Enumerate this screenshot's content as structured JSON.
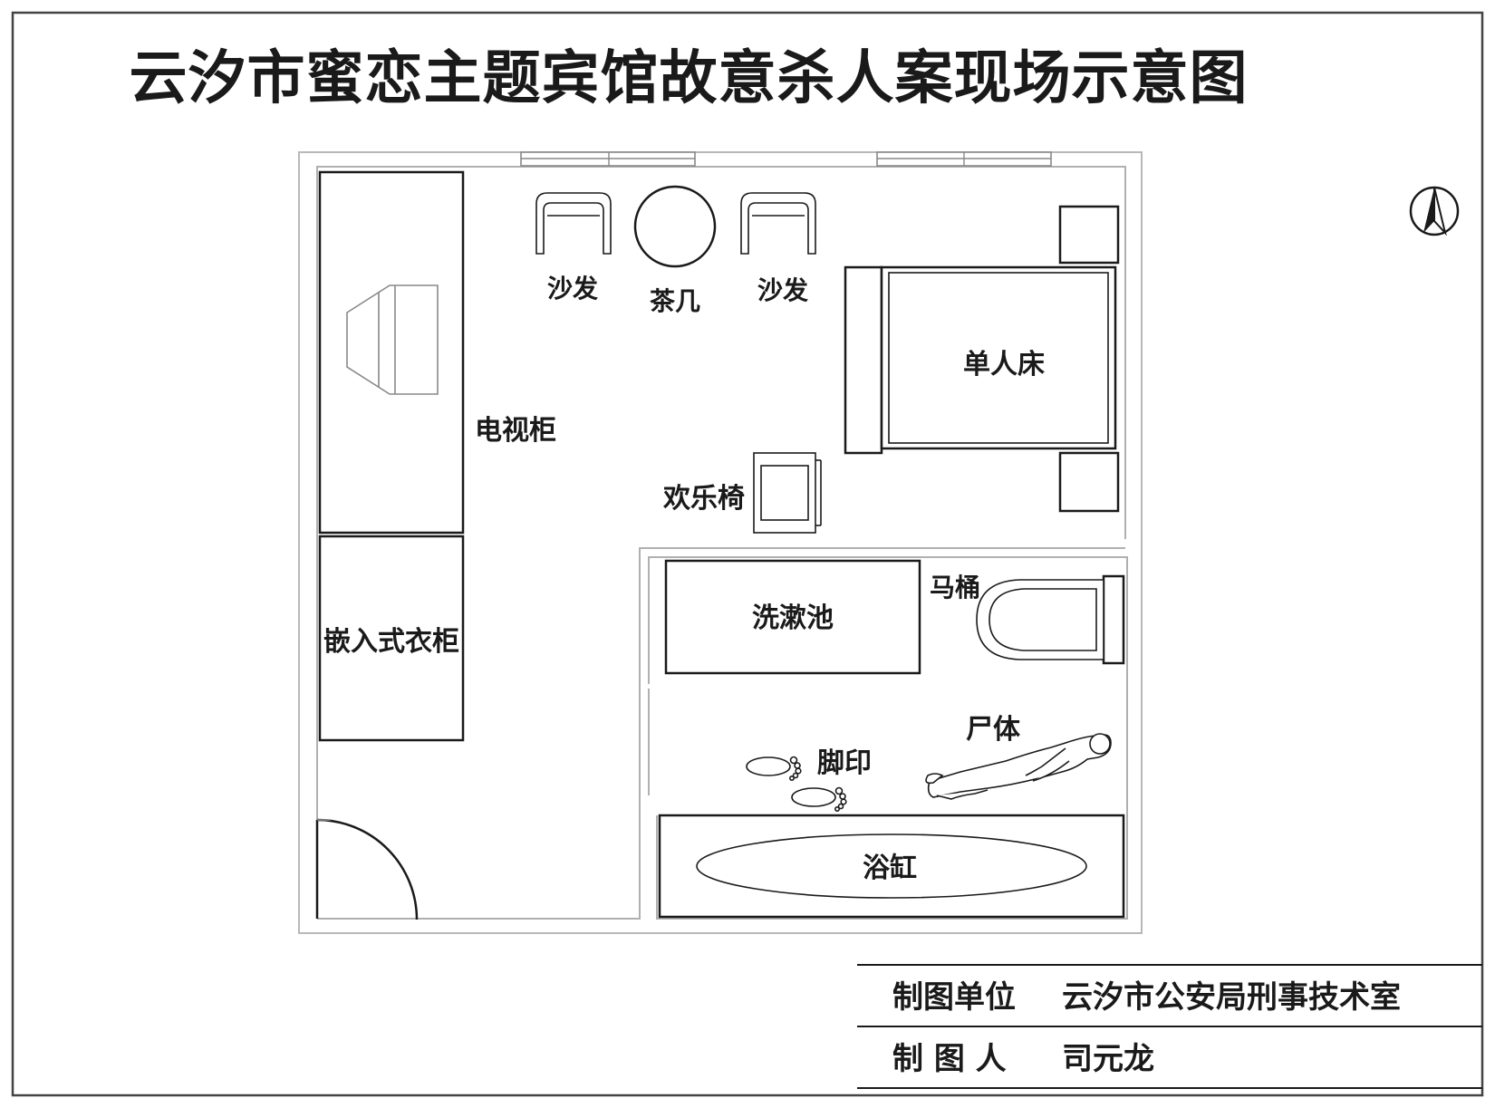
{
  "title": "云汐市蜜恋主题宾馆故意杀人案现场示意图",
  "labels": {
    "sofa_left": "沙发",
    "tea_table": "茶几",
    "sofa_right": "沙发",
    "single_bed": "单人床",
    "tv_cabinet": "电视柜",
    "fun_chair": "欢乐椅",
    "wardrobe": "嵌入式衣柜",
    "toilet": "马桶",
    "washbasin": "洗漱池",
    "body": "尸体",
    "footprints": "脚印",
    "bathtub": "浴缸"
  },
  "info_table": {
    "rows": [
      {
        "key": "制图单位",
        "value": "云汐市公安局刑事技术室"
      },
      {
        "key": "制 图 人",
        "value": "司元龙"
      }
    ]
  },
  "icons": {
    "north_arrow": "north-arrow-icon"
  }
}
